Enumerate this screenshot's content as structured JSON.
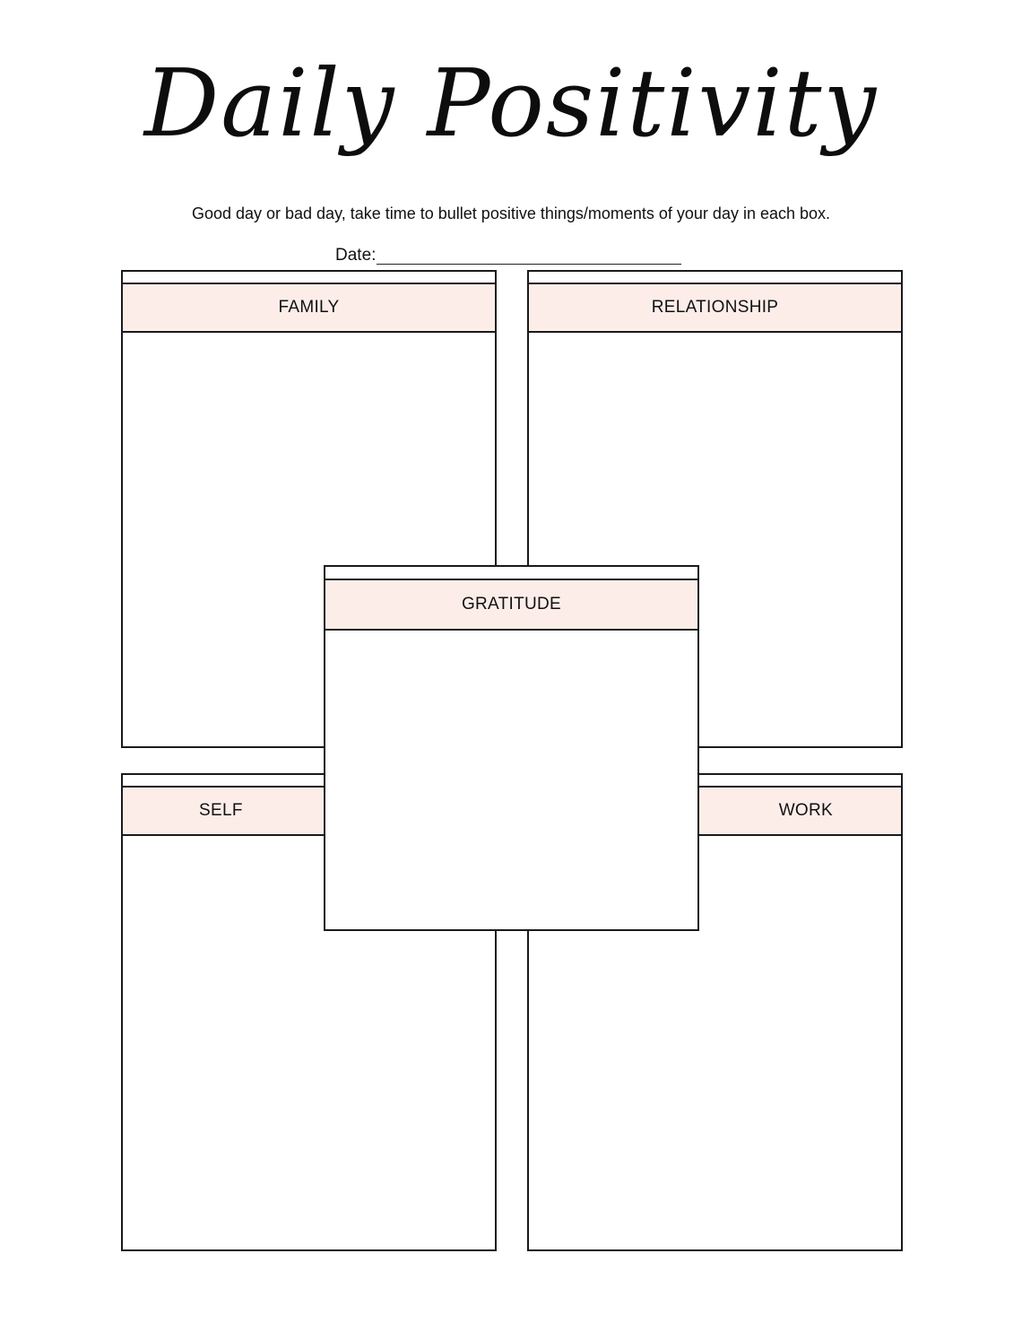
{
  "title": "Daily Positivity",
  "instructions": "Good day or bad day, take time to bullet positive things/moments of your day in each box.",
  "date_label": "Date:",
  "sections": {
    "family": "FAMILY",
    "relationship": "RELATIONSHIP",
    "gratitude": "GRATITUDE",
    "self": "SELF",
    "work": "WORK"
  },
  "colors": {
    "header_fill": "#fcede9",
    "border": "#1a1a1a",
    "text": "#111111"
  }
}
